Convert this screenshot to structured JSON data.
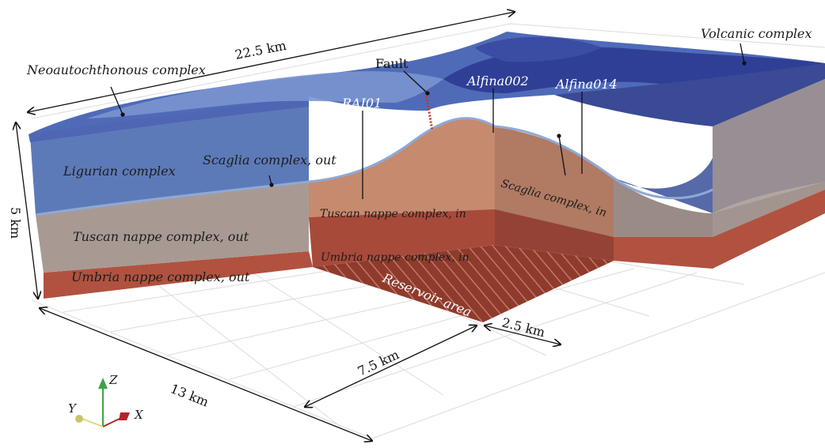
{
  "labels": {
    "neoautochthonous": "Neoautochthonous complex",
    "volcanic": "Volcanic complex",
    "fault": "Fault",
    "rai01": "RAI01",
    "alfina002": "Alfina002",
    "alfina014": "Alfina014",
    "ligurian": "Ligurian complex",
    "scaglia_out": "Scaglia complex, out",
    "scaglia_in": "Scaglia complex, in",
    "tuscan_out": "Tuscan nappe complex, out",
    "tuscan_in": "Tuscan nappe complex, in",
    "umbria_out": "Umbria nappe complex, out",
    "umbria_in": "Umbria nappe complex, in",
    "reservoir": "Reservoir area"
  },
  "dimensions": {
    "length_top": "22.5 km",
    "depth": "5 km",
    "length_front": "13 km",
    "reservoir_long": "7.5 km",
    "reservoir_short": "2.5 km"
  },
  "axes": {
    "z": "Z",
    "y": "Y",
    "x": "X"
  },
  "colors": {
    "volcanic": "#2f3f96",
    "neoautochthonous": "#5774c2",
    "ligurian": "#5d7ab8",
    "tuscan_out": "#a89a93",
    "umbria": "#b0523f",
    "tuscan_in": "#c68a6e",
    "reservoir": "#8e3b2c",
    "fault": "#c0392b",
    "axis_x": "#b2262a",
    "axis_y": "#d9d97a",
    "axis_z": "#3ea34a"
  }
}
